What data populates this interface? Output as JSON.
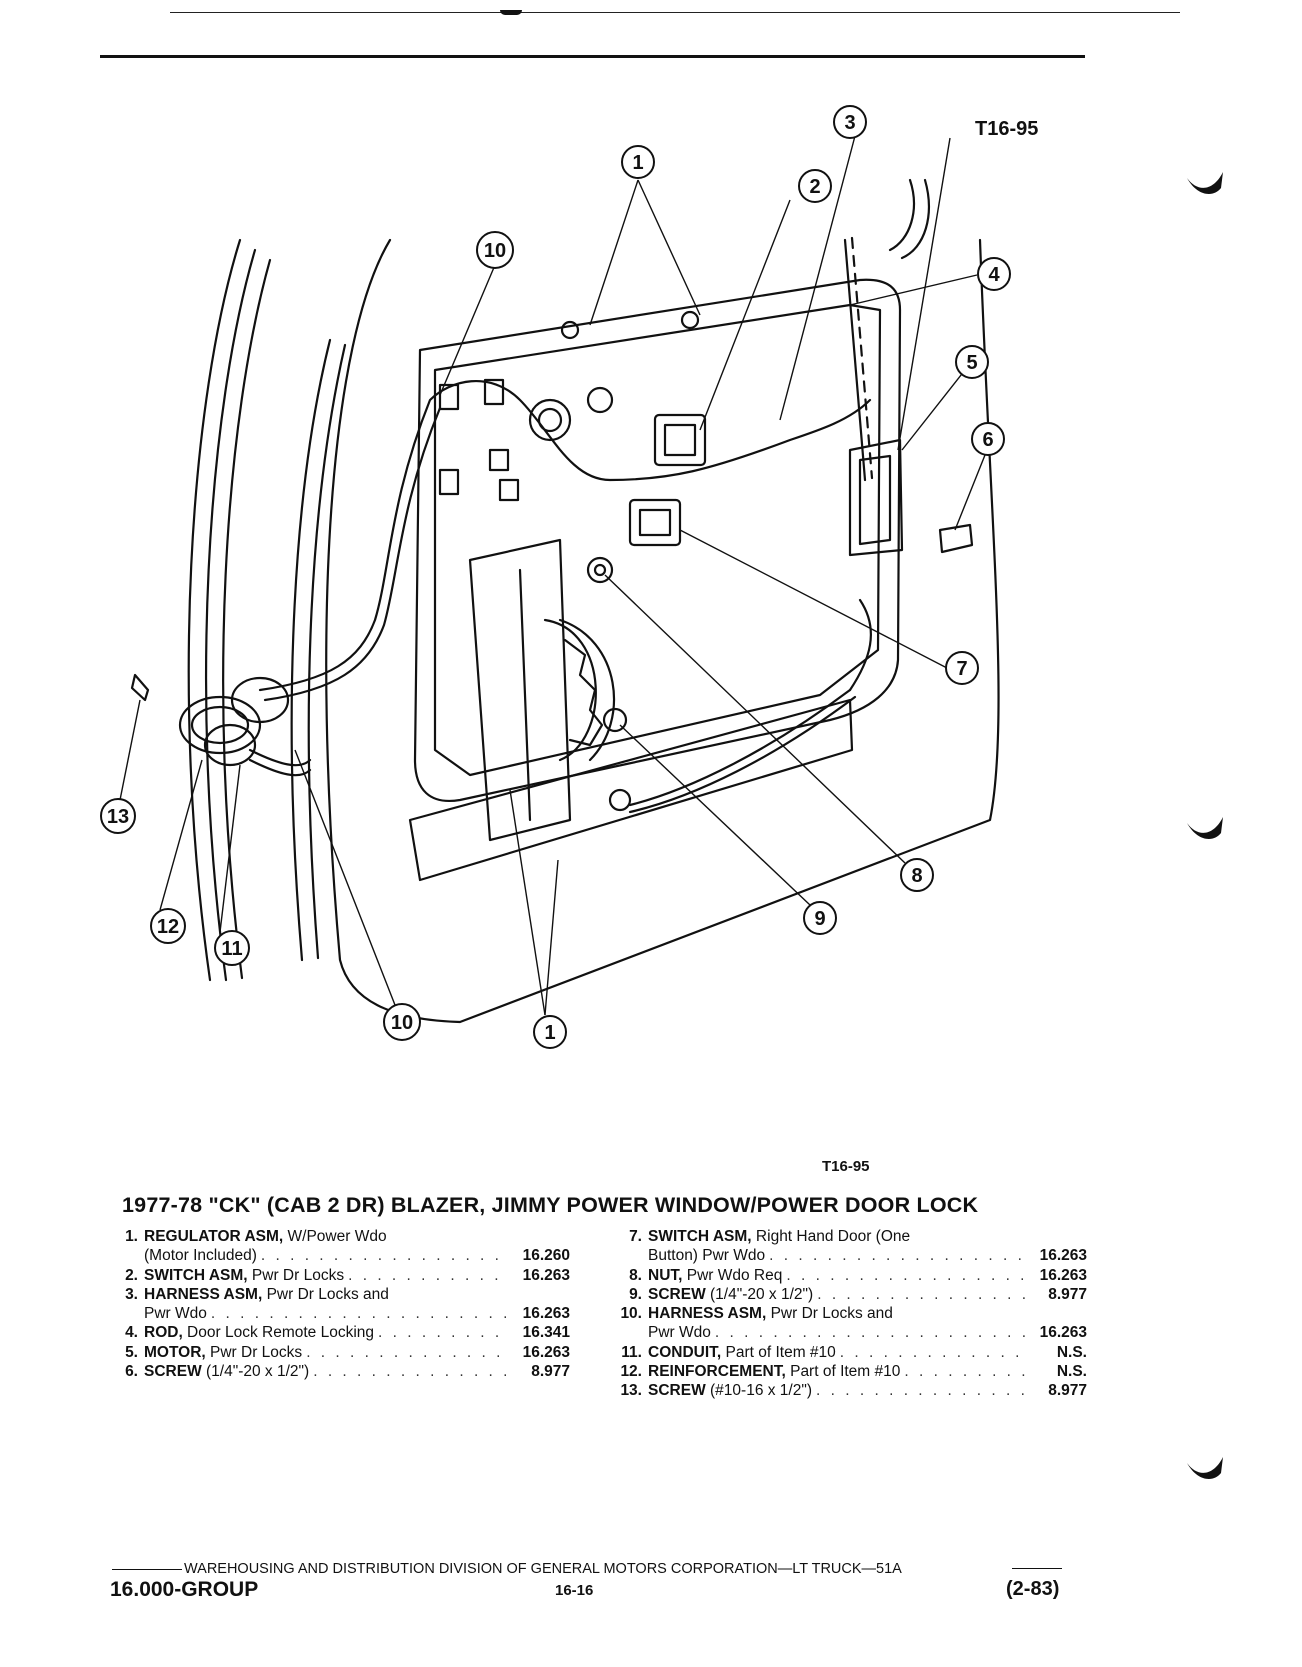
{
  "figure_tag": "T16-95",
  "figure_tag_bottom": "T16-95",
  "title": "1977-78 \"CK\" (CAB 2 DR) BLAZER, JIMMY POWER WINDOW/POWER DOOR LOCK",
  "callouts": [
    "1",
    "2",
    "3",
    "4",
    "5",
    "6",
    "7",
    "8",
    "9",
    "10",
    "11",
    "12",
    "13"
  ],
  "parts_left": [
    {
      "num": "1.",
      "name": "REGULATOR ASM,",
      "desc1": " W/Power Wdo",
      "desc2": "(Motor Included)",
      "code": "16.260"
    },
    {
      "num": "2.",
      "name": "SWITCH ASM,",
      "desc1": " Pwr Dr Locks",
      "desc2": "",
      "code": "16.263"
    },
    {
      "num": "3.",
      "name": "HARNESS ASM,",
      "desc1": " Pwr Dr Locks and",
      "desc2": "Pwr Wdo",
      "code": "16.263"
    },
    {
      "num": "4.",
      "name": "ROD,",
      "desc1": " Door Lock Remote Locking",
      "desc2": "",
      "code": "16.341"
    },
    {
      "num": "5.",
      "name": "MOTOR,",
      "desc1": " Pwr Dr Locks",
      "desc2": "",
      "code": "16.263"
    },
    {
      "num": "6.",
      "name": "SCREW",
      "desc1": " (1/4\"-20 x 1/2\")",
      "desc2": "",
      "code": "8.977"
    }
  ],
  "parts_right": [
    {
      "num": "7.",
      "name": "SWITCH ASM,",
      "desc1": " Right Hand Door (One",
      "desc2": "Button) Pwr Wdo",
      "code": "16.263"
    },
    {
      "num": "8.",
      "name": "NUT,",
      "desc1": " Pwr Wdo Req",
      "desc2": "",
      "code": "16.263"
    },
    {
      "num": "9.",
      "name": "SCREW",
      "desc1": " (1/4\"-20 x 1/2\")",
      "desc2": "",
      "code": "8.977"
    },
    {
      "num": "10.",
      "name": "HARNESS ASM,",
      "desc1": " Pwr Dr Locks and",
      "desc2": "Pwr Wdo",
      "code": "16.263"
    },
    {
      "num": "11.",
      "name": "CONDUIT,",
      "desc1": " Part of Item #10",
      "desc2": "",
      "code": "N.S."
    },
    {
      "num": "12.",
      "name": "REINFORCEMENT,",
      "desc1": " Part of Item #10",
      "desc2": "",
      "code": "N.S."
    },
    {
      "num": "13.",
      "name": "SCREW",
      "desc1": " (#10-16 x 1/2\")",
      "desc2": "",
      "code": "8.977"
    }
  ],
  "footer": {
    "division": "WAREHOUSING AND DISTRIBUTION  DIVISION OF GENERAL MOTORS CORPORATION—LT TRUCK—51A",
    "group": "16.000-GROUP",
    "page": "16-16",
    "date": "(2-83)"
  }
}
